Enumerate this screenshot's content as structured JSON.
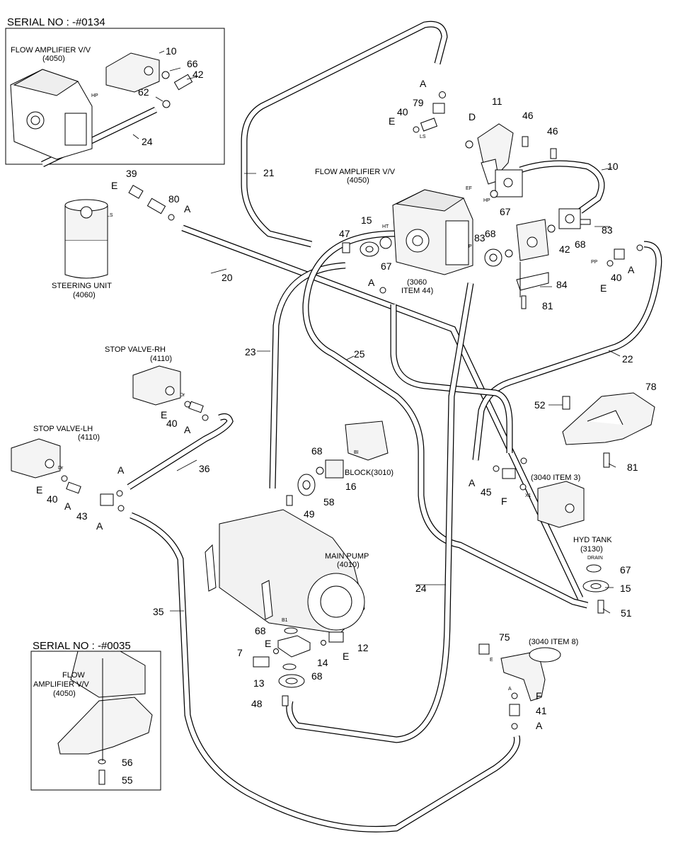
{
  "serial_top": "SERIAL NO : -#0134",
  "serial_bottom": "SERIAL NO : -#0035",
  "labels": {
    "flow_amp_inset": "FLOW AMPLIFIER V/V",
    "flow_amp_inset_code": "(4050)",
    "flow_amp_main": "FLOW AMPLIFIER V/V",
    "flow_amp_main_code": "(4050)",
    "steering_unit": "STEERING UNIT",
    "steering_unit_code": "(4060)",
    "stop_rh": "STOP VALVE-RH",
    "stop_rh_code": "(4110)",
    "stop_lh": "STOP VALVE-LH",
    "stop_lh_code": "(4110)",
    "block": "BLOCK(3010)",
    "main_pump": "MAIN PUMP",
    "main_pump_code": "(4010)",
    "hyd_tank": "HYD TANK",
    "hyd_tank_code": "(3130)",
    "ref_3060_a": "(3060",
    "ref_3060_b": "ITEM 44)",
    "ref_3040_3": "(3040 ITEM 3)",
    "ref_3040_8": "(3040 ITEM 8)",
    "flow_amp_bottom_1": "FLOW",
    "flow_amp_bottom_2": "AMPLIFIER V/V",
    "flow_amp_bottom_3": "(4050)"
  },
  "port_marks": {
    "hp_inset": "HP",
    "ls_top": "LS",
    "ls_left": "LS",
    "ht": "HT",
    "ef": "EF",
    "hp": "HP",
    "p": "P",
    "pp": "PP",
    "dr_rh": "Dr",
    "dr_lh": "Dr",
    "bi": "BI",
    "b1": "B1",
    "x1": "X1",
    "drain": "DRAIN",
    "e_small": "E",
    "a_small": "A"
  },
  "callouts": [
    {
      "id": "c10a",
      "text": "10"
    },
    {
      "id": "c66",
      "text": "66"
    },
    {
      "id": "c42a",
      "text": "42"
    },
    {
      "id": "c62",
      "text": "62"
    },
    {
      "id": "c24a",
      "text": "24"
    },
    {
      "id": "cA1",
      "text": "A"
    },
    {
      "id": "c79",
      "text": "79"
    },
    {
      "id": "c11",
      "text": "11"
    },
    {
      "id": "c46a",
      "text": "46"
    },
    {
      "id": "c40a",
      "text": "40"
    },
    {
      "id": "cD",
      "text": "D"
    },
    {
      "id": "cE1",
      "text": "E"
    },
    {
      "id": "c46b",
      "text": "46"
    },
    {
      "id": "c21",
      "text": "21"
    },
    {
      "id": "c10b",
      "text": "10"
    },
    {
      "id": "c39",
      "text": "39"
    },
    {
      "id": "cE2",
      "text": "E"
    },
    {
      "id": "c80",
      "text": "80"
    },
    {
      "id": "cA2",
      "text": "A"
    },
    {
      "id": "c67a",
      "text": "67"
    },
    {
      "id": "c47",
      "text": "47"
    },
    {
      "id": "c15a",
      "text": "15"
    },
    {
      "id": "c83a",
      "text": "83"
    },
    {
      "id": "c68a",
      "text": "68"
    },
    {
      "id": "c42b",
      "text": "42"
    },
    {
      "id": "c68b",
      "text": "68"
    },
    {
      "id": "c83b",
      "text": "83"
    },
    {
      "id": "c20",
      "text": "20"
    },
    {
      "id": "c67b",
      "text": "67"
    },
    {
      "id": "cA3",
      "text": "A"
    },
    {
      "id": "cE3",
      "text": "E"
    },
    {
      "id": "c40b",
      "text": "40"
    },
    {
      "id": "cA4",
      "text": "A"
    },
    {
      "id": "c84",
      "text": "84"
    },
    {
      "id": "c81a",
      "text": "81"
    },
    {
      "id": "c23",
      "text": "23"
    },
    {
      "id": "c25",
      "text": "25"
    },
    {
      "id": "c22",
      "text": "22"
    },
    {
      "id": "c78",
      "text": "78"
    },
    {
      "id": "c52",
      "text": "52"
    },
    {
      "id": "c81b",
      "text": "81"
    },
    {
      "id": "cE4",
      "text": "E"
    },
    {
      "id": "c40c",
      "text": "40"
    },
    {
      "id": "cA5",
      "text": "A"
    },
    {
      "id": "c36",
      "text": "36"
    },
    {
      "id": "c68c",
      "text": "68"
    },
    {
      "id": "c16",
      "text": "16"
    },
    {
      "id": "cA6",
      "text": "A"
    },
    {
      "id": "c45",
      "text": "45"
    },
    {
      "id": "cF1",
      "text": "F"
    },
    {
      "id": "cE5",
      "text": "E"
    },
    {
      "id": "c40d",
      "text": "40"
    },
    {
      "id": "cA7",
      "text": "A"
    },
    {
      "id": "c43",
      "text": "43"
    },
    {
      "id": "cA8",
      "text": "A"
    },
    {
      "id": "cA9",
      "text": "A"
    },
    {
      "id": "c49",
      "text": "49"
    },
    {
      "id": "c58",
      "text": "58"
    },
    {
      "id": "c67c",
      "text": "67"
    },
    {
      "id": "c15b",
      "text": "15"
    },
    {
      "id": "c51",
      "text": "51"
    },
    {
      "id": "c35",
      "text": "35"
    },
    {
      "id": "c24b",
      "text": "24"
    },
    {
      "id": "c68d",
      "text": "68"
    },
    {
      "id": "cE6",
      "text": "E"
    },
    {
      "id": "c12",
      "text": "12"
    },
    {
      "id": "c7",
      "text": "7"
    },
    {
      "id": "cE7",
      "text": "E"
    },
    {
      "id": "c14",
      "text": "14"
    },
    {
      "id": "c68e",
      "text": "68"
    },
    {
      "id": "c13",
      "text": "13"
    },
    {
      "id": "c48",
      "text": "48"
    },
    {
      "id": "c75",
      "text": "75"
    },
    {
      "id": "cF2",
      "text": "F"
    },
    {
      "id": "c41",
      "text": "41"
    },
    {
      "id": "cA10",
      "text": "A"
    },
    {
      "id": "c56",
      "text": "56"
    },
    {
      "id": "c55",
      "text": "55"
    }
  ]
}
